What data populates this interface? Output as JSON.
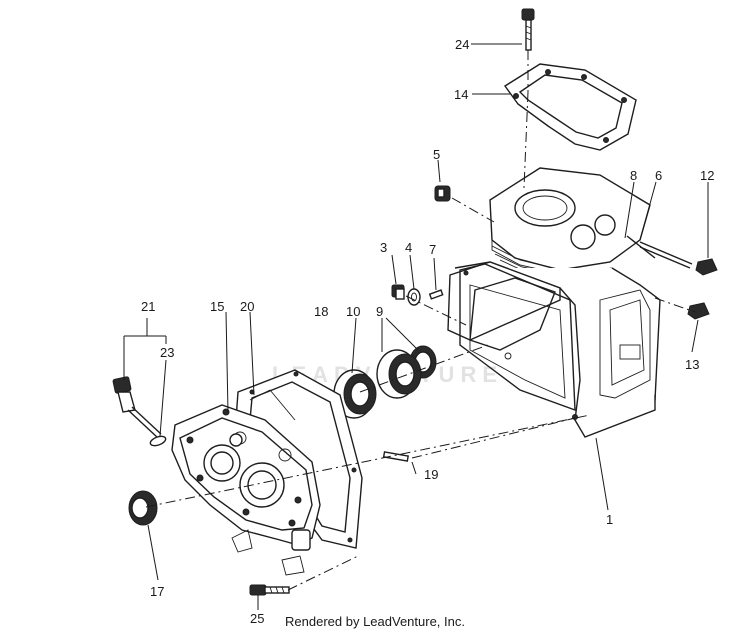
{
  "callouts": {
    "c1": "1",
    "c3": "3",
    "c4": "4",
    "c5": "5",
    "c6": "6",
    "c7": "7",
    "c8": "8",
    "c9": "9",
    "c10": "10",
    "c12": "12",
    "c13": "13",
    "c14": "14",
    "c15": "15",
    "c17": "17",
    "c18": "18",
    "c19": "19",
    "c20": "20",
    "c21": "21",
    "c23": "23",
    "c24": "24",
    "c25": "25"
  },
  "watermark": "LEADVENTURE",
  "footer": "Rendered by LeadVenture, Inc."
}
